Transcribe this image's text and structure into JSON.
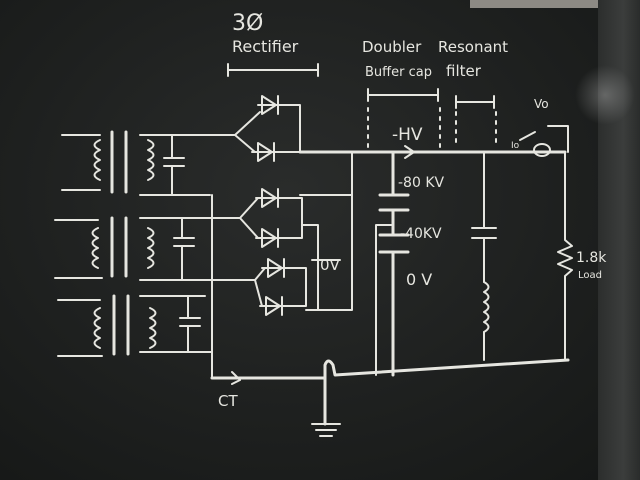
{
  "labels": {
    "phase": "3Ø",
    "rectifier": "Rectifier",
    "doubler": "Doubler",
    "buffer_cap": "Buffer cap",
    "resonant": "Resonant",
    "filter": "filter",
    "hv": "-HV",
    "v_80kv": "-80 KV",
    "v_40kv": "-40KV",
    "v_0v_cap": "0 V",
    "v_0v_bridge": "0V",
    "v_out": "Vo",
    "i_out": "Io",
    "resistor_value": "1.8k",
    "resistor_label": "Load",
    "ct": "CT"
  },
  "colors": {
    "board": "#1e201f",
    "chalk": "#e6e6e0"
  }
}
